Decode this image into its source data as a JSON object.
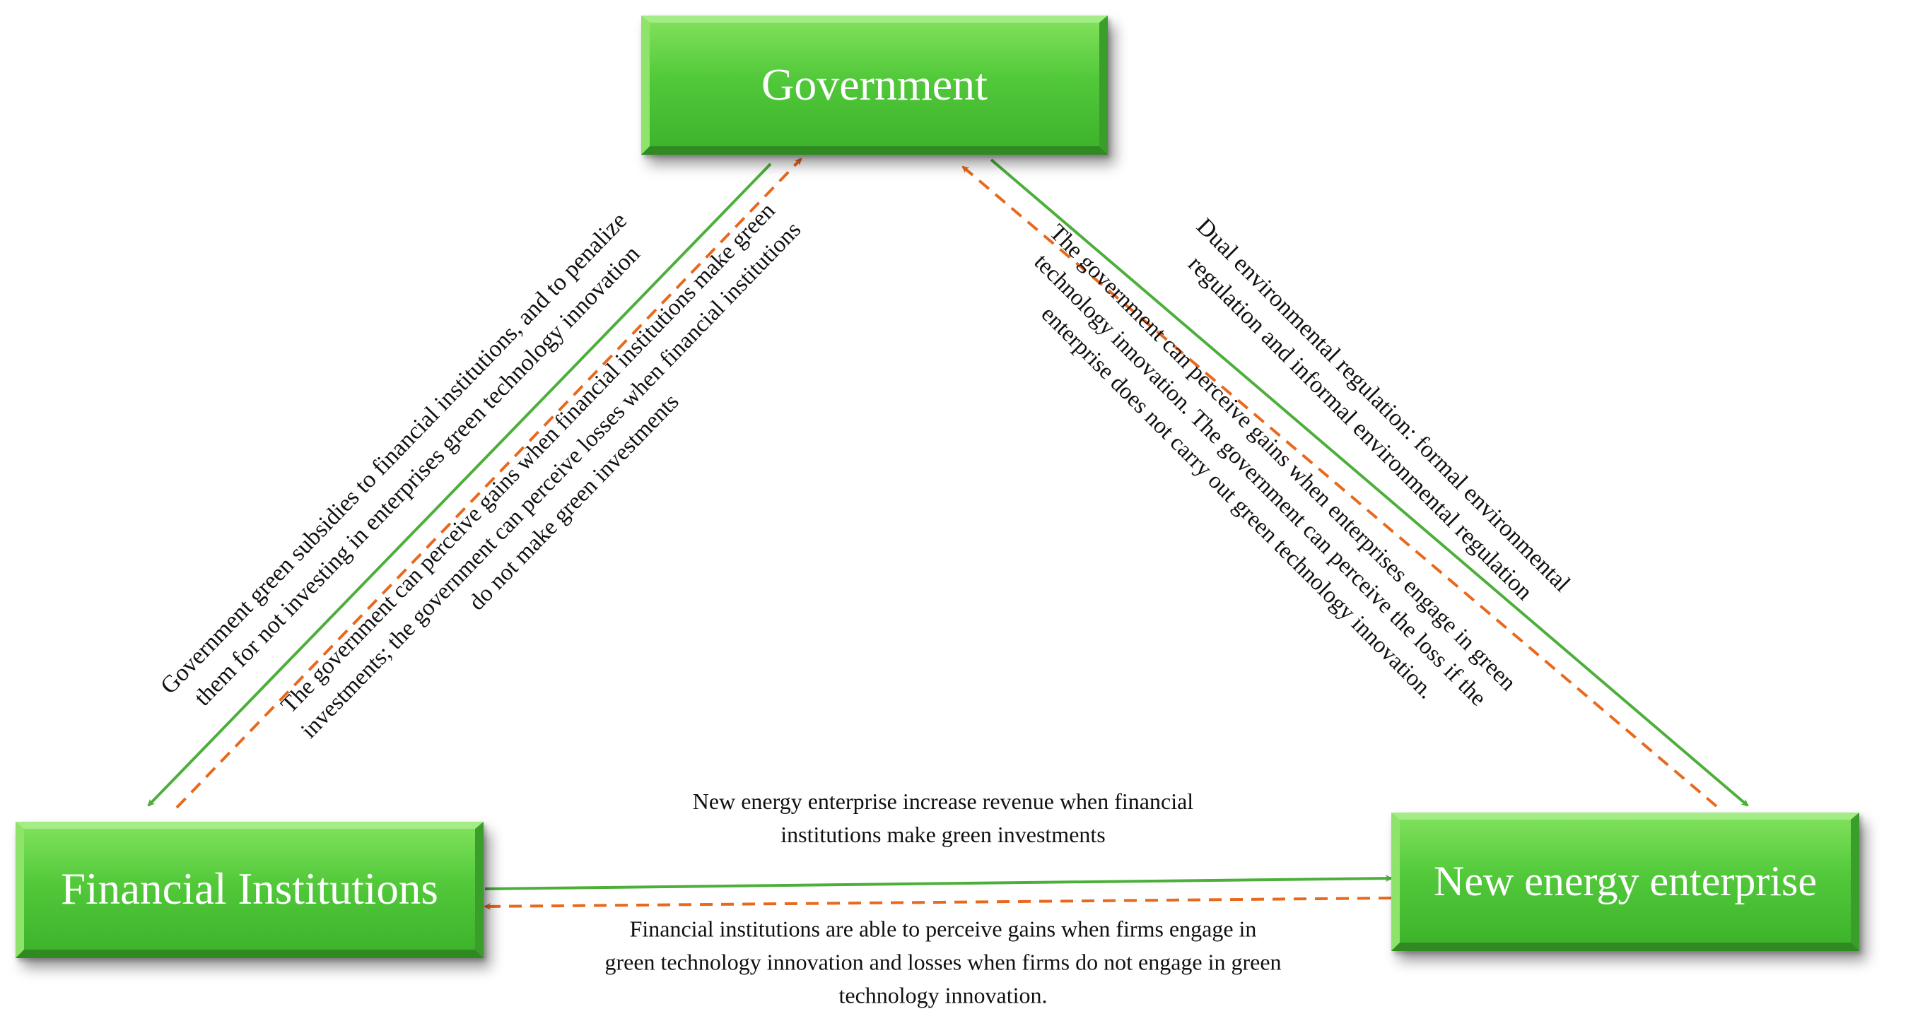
{
  "nodes": {
    "government": "Government",
    "financial_institutions": "Financial Institutions",
    "new_energy_enterprise": "New energy enterprise"
  },
  "relations": {
    "gov_to_fi": {
      "lines": [
        "Government green subsidies to financial institutions, and to penalize",
        "them for not investing in enterprises green technology innovation"
      ]
    },
    "fi_to_gov": {
      "lines": [
        "The government can perceive gains when financial institutions make green",
        "investments; the government can perceive losses when financial institutions",
        "do not make green investments"
      ]
    },
    "gov_to_ne": {
      "lines": [
        "Dual environmental regulation: formal environmental",
        "regulation and informal environmental regulation"
      ]
    },
    "ne_to_gov": {
      "lines": [
        "The government can perceive gains when enterprises engage in green",
        "technology innovation. The government can perceive the loss if the",
        "enterprise does not carry out green technology innovation."
      ]
    },
    "fi_to_ne": {
      "lines": [
        "New energy enterprise increase revenue when financial",
        "institutions make green investments"
      ]
    },
    "ne_to_fi": {
      "lines": [
        "Financial institutions are able to perceive gains when firms engage in",
        "green technology innovation and losses when firms do not engage in green",
        "technology innovation."
      ]
    }
  },
  "colors": {
    "solid_arrow": "#4caf3a",
    "dashed_arrow": "#e8691e",
    "node_fill": "#52c93a",
    "node_text": "#ffffff"
  }
}
